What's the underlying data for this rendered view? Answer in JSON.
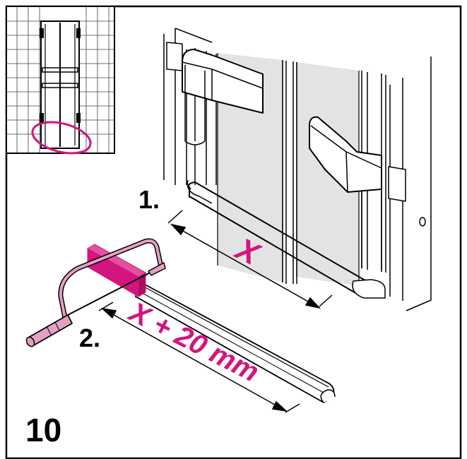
{
  "labels": {
    "step1": "1.",
    "step2": "2.",
    "step_number": "10",
    "measure_x": "X",
    "measure_x_plus": "X + 20 mm"
  },
  "colors": {
    "accent": "#d4147f",
    "line": "#000000",
    "glass": "#e3e3e3",
    "saw_frame": "#e6a0c4"
  },
  "icons": {
    "inset": "shower-door-inset-icon",
    "saw": "hacksaw-icon",
    "profile": "threshold-profile-icon"
  }
}
